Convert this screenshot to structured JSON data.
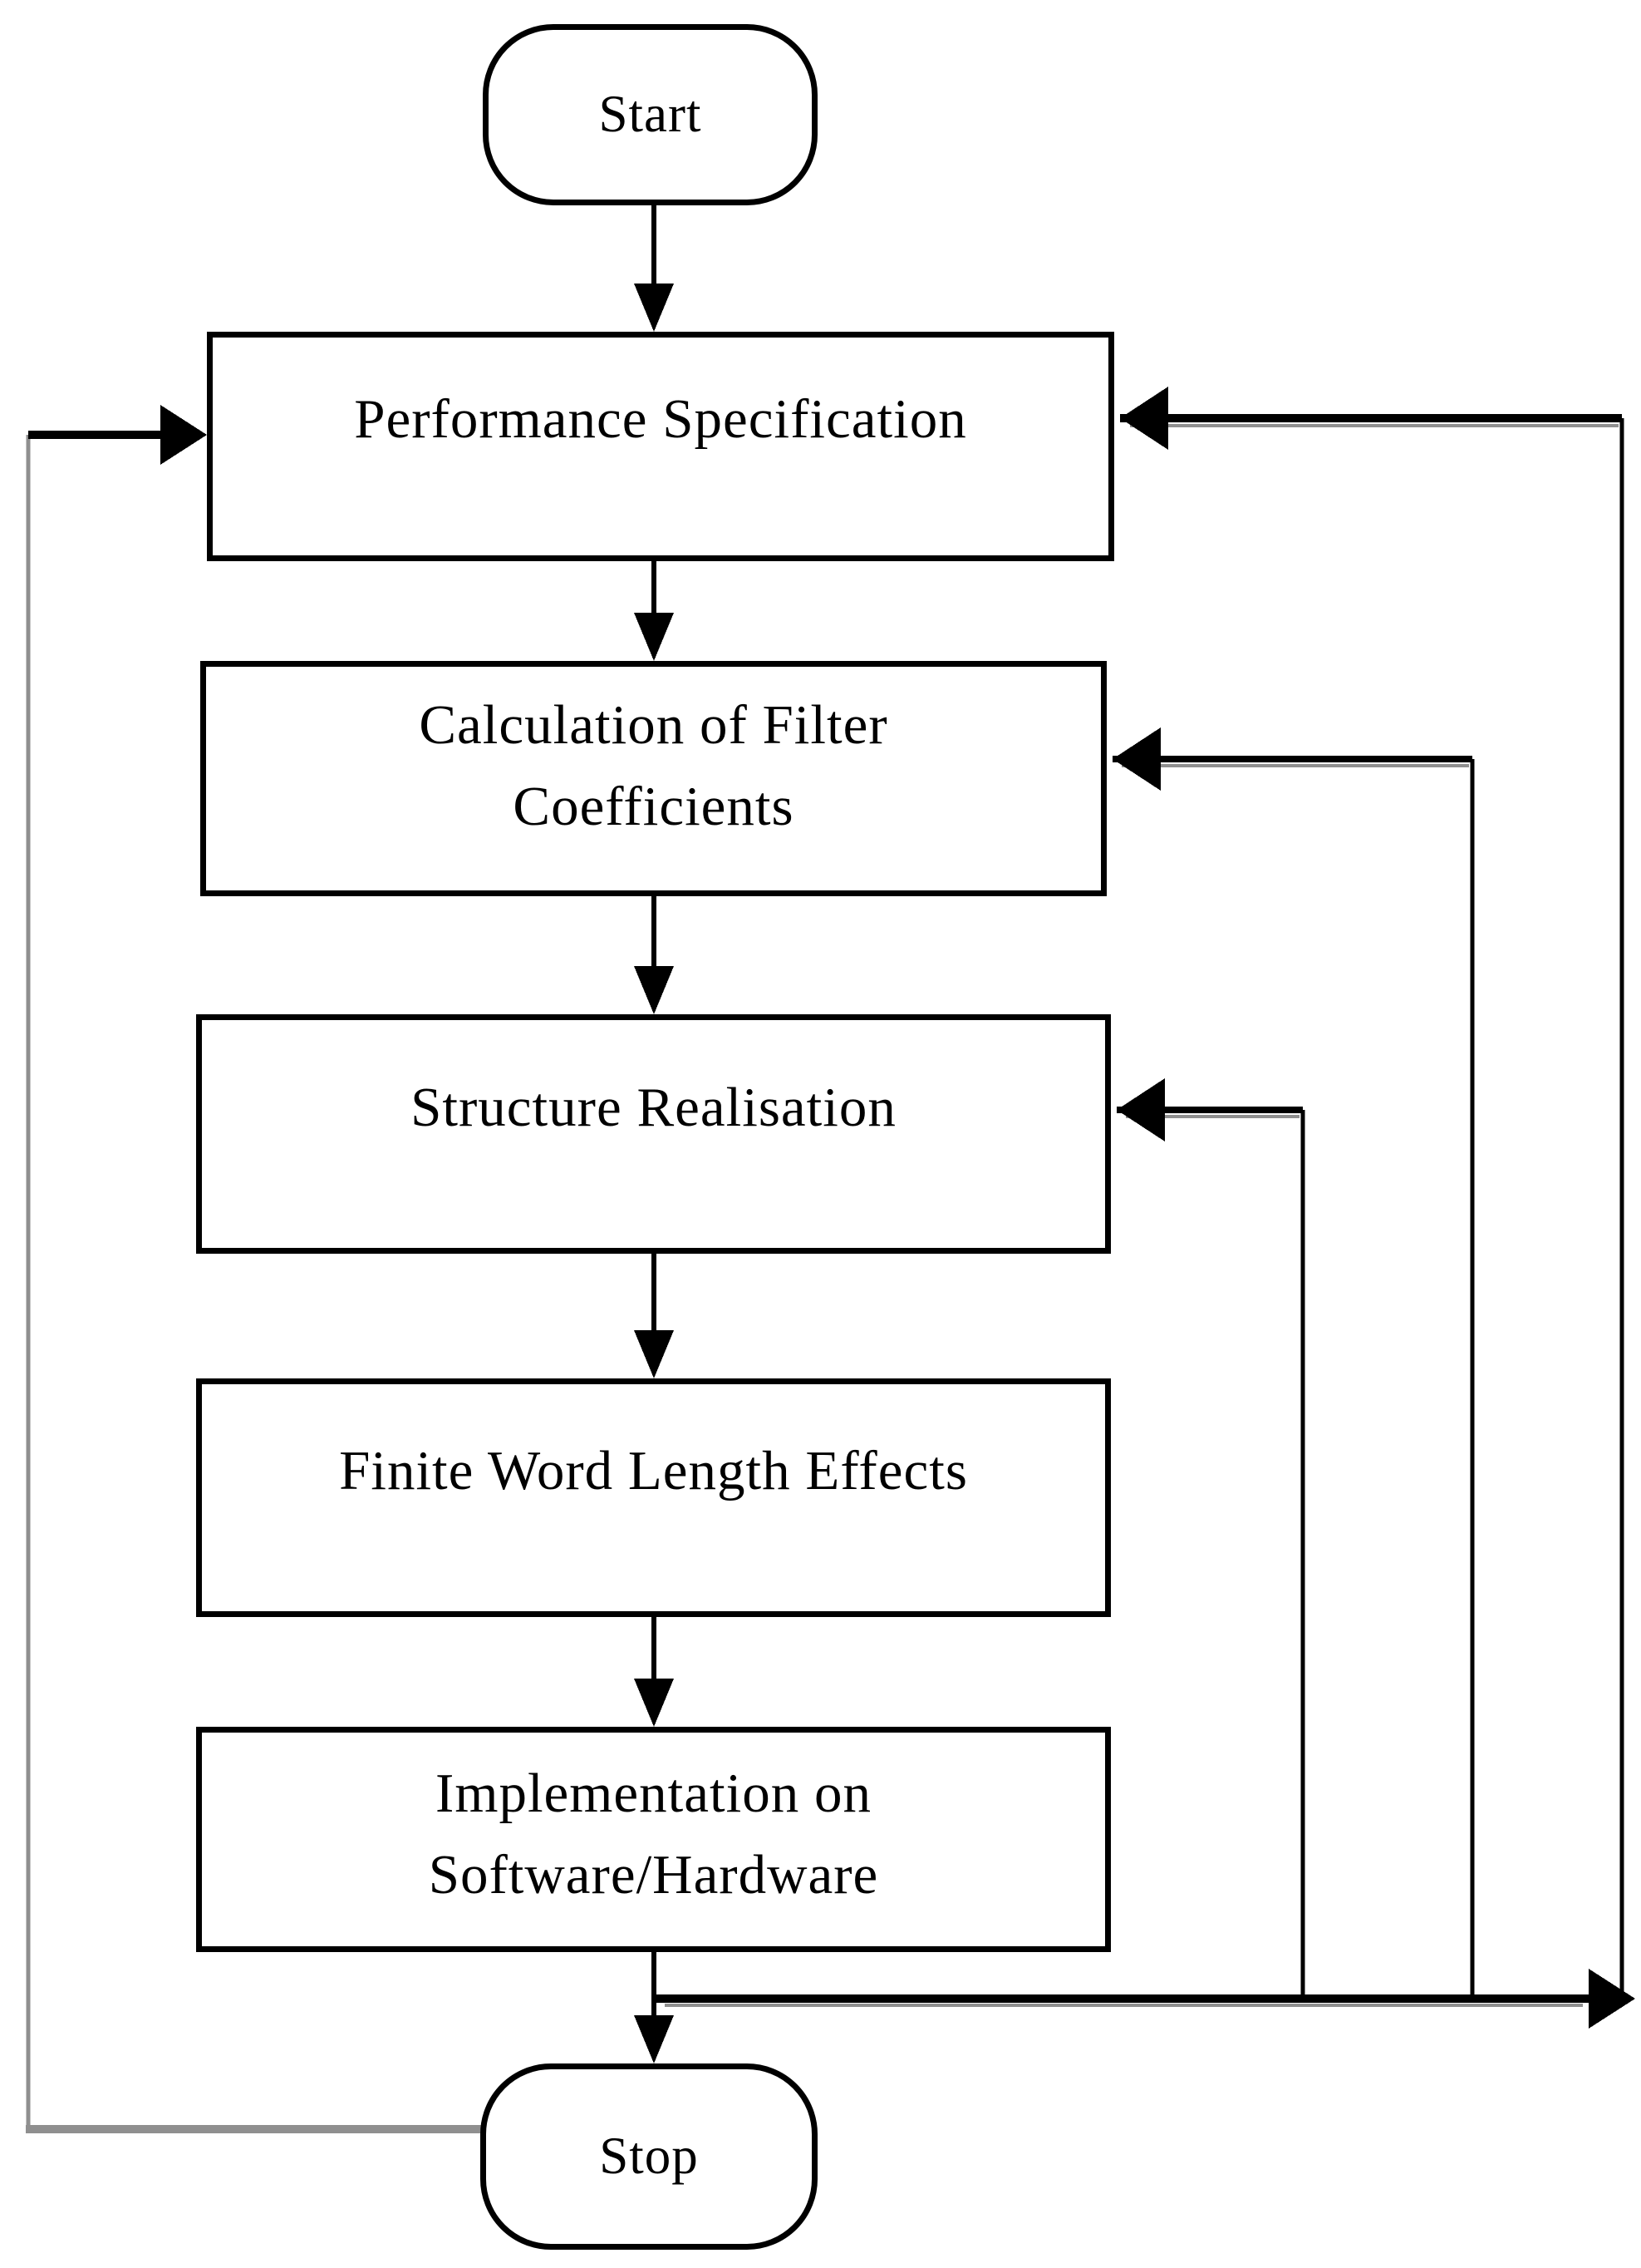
{
  "diagram": {
    "type": "flowchart",
    "background": "#ffffff",
    "colors": {
      "line": "#000000",
      "loop_line": "#8f8f8f",
      "node_border": "#000000",
      "node_fill": "#ffffff",
      "text": "#000000"
    },
    "nodes": [
      {
        "id": "start",
        "shape": "terminator",
        "label": "Start"
      },
      {
        "id": "performance-specification",
        "shape": "process",
        "label": "Performance Specification",
        "lines": [
          "Performance Specification"
        ]
      },
      {
        "id": "calculation-of-filter-coefficients",
        "shape": "process",
        "label": "Calculation of Filter Coefficients",
        "lines": [
          "Calculation of Filter",
          "Coefficients"
        ]
      },
      {
        "id": "structure-realisation",
        "shape": "process",
        "label": "Structure Realisation",
        "lines": [
          "Structure Realisation"
        ]
      },
      {
        "id": "finite-word-length-effects",
        "shape": "process",
        "label": "Finite Word Length Effects",
        "lines": [
          "Finite Word Length Effects"
        ]
      },
      {
        "id": "implementation-on-software-hardware",
        "shape": "process",
        "label": "Implementation on Software/Hardware",
        "lines": [
          "Implementation on",
          "Software/Hardware"
        ]
      },
      {
        "id": "stop",
        "shape": "terminator",
        "label": "Stop"
      }
    ],
    "edges": [
      {
        "from": "start",
        "to": "performance-specification",
        "kind": "forward"
      },
      {
        "from": "performance-specification",
        "to": "calculation-of-filter-coefficients",
        "kind": "forward"
      },
      {
        "from": "calculation-of-filter-coefficients",
        "to": "structure-realisation",
        "kind": "forward"
      },
      {
        "from": "structure-realisation",
        "to": "finite-word-length-effects",
        "kind": "forward"
      },
      {
        "from": "finite-word-length-effects",
        "to": "implementation-on-software-hardware",
        "kind": "forward"
      },
      {
        "from": "implementation-on-software-hardware",
        "to": "stop",
        "kind": "forward"
      },
      {
        "from": "implementation-on-software-hardware",
        "to": "structure-realisation",
        "kind": "feedback"
      },
      {
        "from": "implementation-on-software-hardware",
        "to": "calculation-of-filter-coefficients",
        "kind": "feedback"
      },
      {
        "from": "implementation-on-software-hardware",
        "to": "performance-specification",
        "kind": "feedback"
      },
      {
        "from": "stop",
        "to": "performance-specification",
        "kind": "feedback"
      }
    ]
  }
}
